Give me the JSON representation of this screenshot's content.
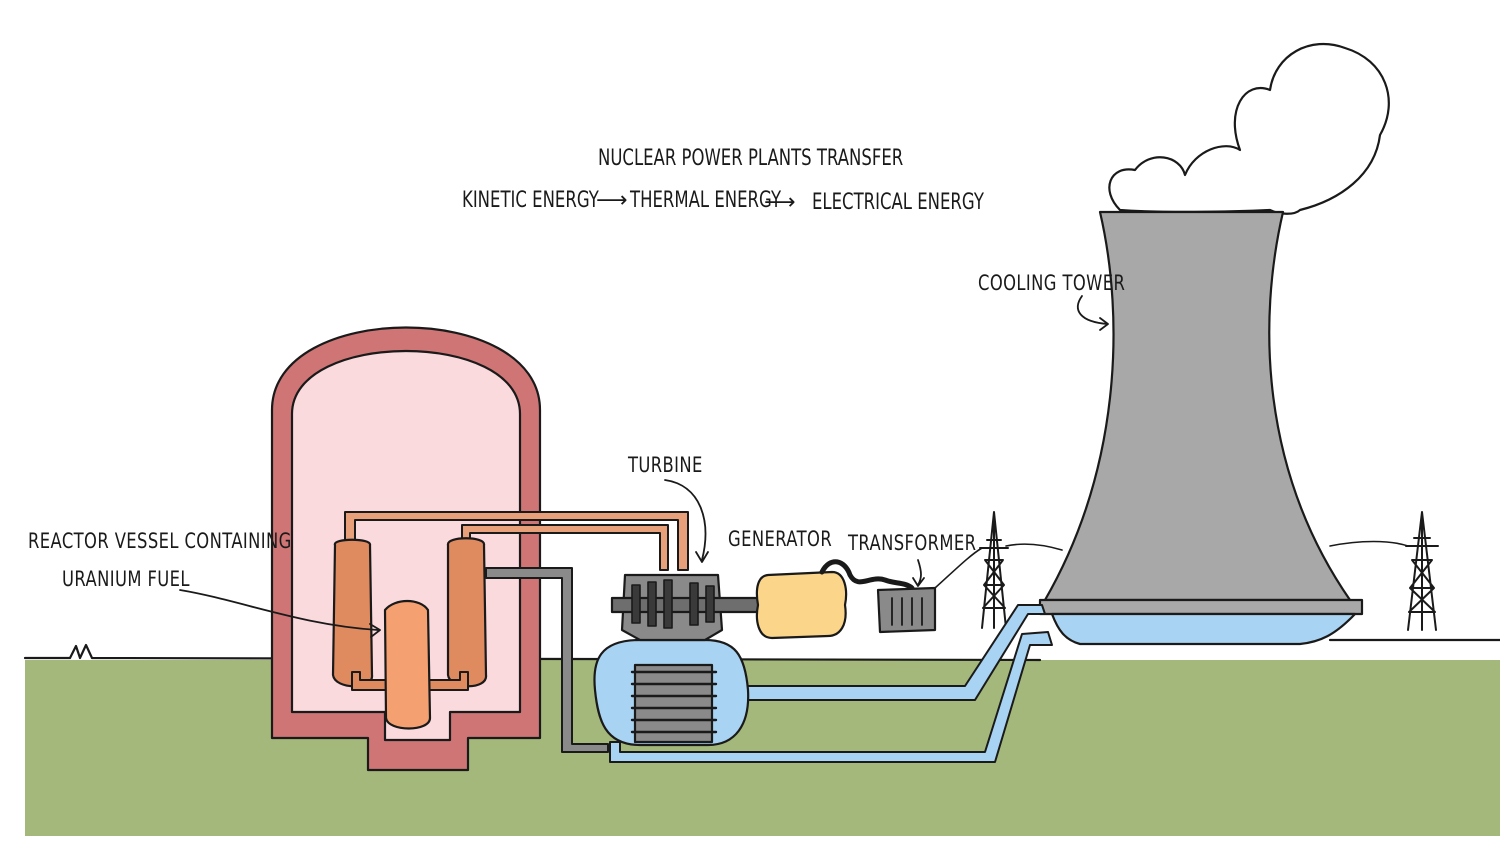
{
  "title": {
    "line1": "NUCLEAR POWER PLANTS TRANSFER",
    "energy_1": "KINETIC ENERGY",
    "energy_2": "THERMAL ENERGY",
    "energy_3": "ELECTRICAL ENERGY",
    "arrow": "⟶"
  },
  "labels": {
    "cooling_tower": "COOLING TOWER",
    "turbine": "TURBINE",
    "generator": "GENERATOR",
    "transformer": "TRANSFORMER",
    "reactor_line1": "REACTOR VESSEL CONTAINING",
    "reactor_line2": "URANIUM FUEL"
  },
  "colors": {
    "ground": "#a3b87a",
    "containment": "#cf7575",
    "containment_inner": "#fadadd",
    "fuel_rods": "#e08a60",
    "core": "#f5a070",
    "hot_pipe": "#e8a07a",
    "cold_pipe": "#8a8a8a",
    "water": "#a9d3f2",
    "tower": "#a8a8a8",
    "generator": "#fbd58a",
    "machinery": "#6e6e6e"
  }
}
